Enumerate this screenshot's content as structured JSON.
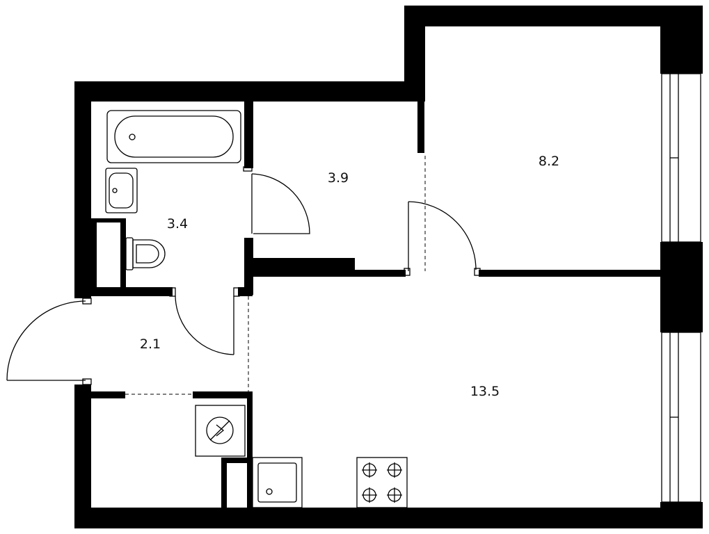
{
  "plan": {
    "rooms": [
      {
        "id": "bathroom",
        "area_label": "3.4"
      },
      {
        "id": "hall",
        "area_label": "3.9"
      },
      {
        "id": "bedroom",
        "area_label": "8.2"
      },
      {
        "id": "entrance",
        "area_label": "2.1"
      },
      {
        "id": "kitchen-living",
        "area_label": "13.5"
      }
    ]
  }
}
